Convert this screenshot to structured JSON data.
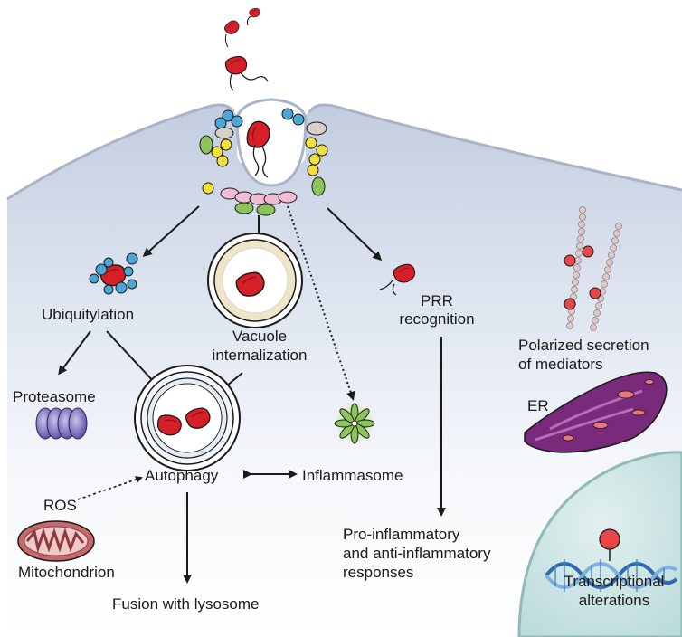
{
  "labels": {
    "ubiquitylation": "Ubiquitylation",
    "vacuole_1": "Vacuole",
    "vacuole_2": "internalization",
    "prr_1": "PRR",
    "prr_2": "recognition",
    "polarized_1": "Polarized secretion",
    "polarized_2": "of mediators",
    "proteasome": "Proteasome",
    "er": "ER",
    "autophagy": "Autophagy",
    "inflammasome": "Inflammasome",
    "ros": "ROS",
    "mitochondrion": "Mitochondrion",
    "responses_1": "Pro-inflammatory",
    "responses_2": "and anti-inflammatory",
    "responses_3": "responses",
    "fusion": "Fusion with lysosome",
    "transcriptional_1": "Transcriptional",
    "transcriptional_2": "alterations"
  },
  "colors": {
    "cytoplasm_top": "#c9d3e4",
    "cytoplasm_bottom": "#ffffff",
    "bacterium": "#d61f26",
    "nucleus": "#cfe6e6",
    "er": "#7a2a7a",
    "ubiquitin": "#4aa8d8",
    "proteasome": "#5d4fa6",
    "mitochondrion": "#b0575d"
  },
  "icons": [
    "bacterium-icon",
    "ubiquitin-icon",
    "proteasome-icon",
    "vacuole-icon",
    "autophagosome-icon",
    "inflammasome-icon",
    "mitochondrion-icon",
    "er-icon",
    "dna-icon",
    "nucleus-icon",
    "secretion-chain-icon"
  ]
}
